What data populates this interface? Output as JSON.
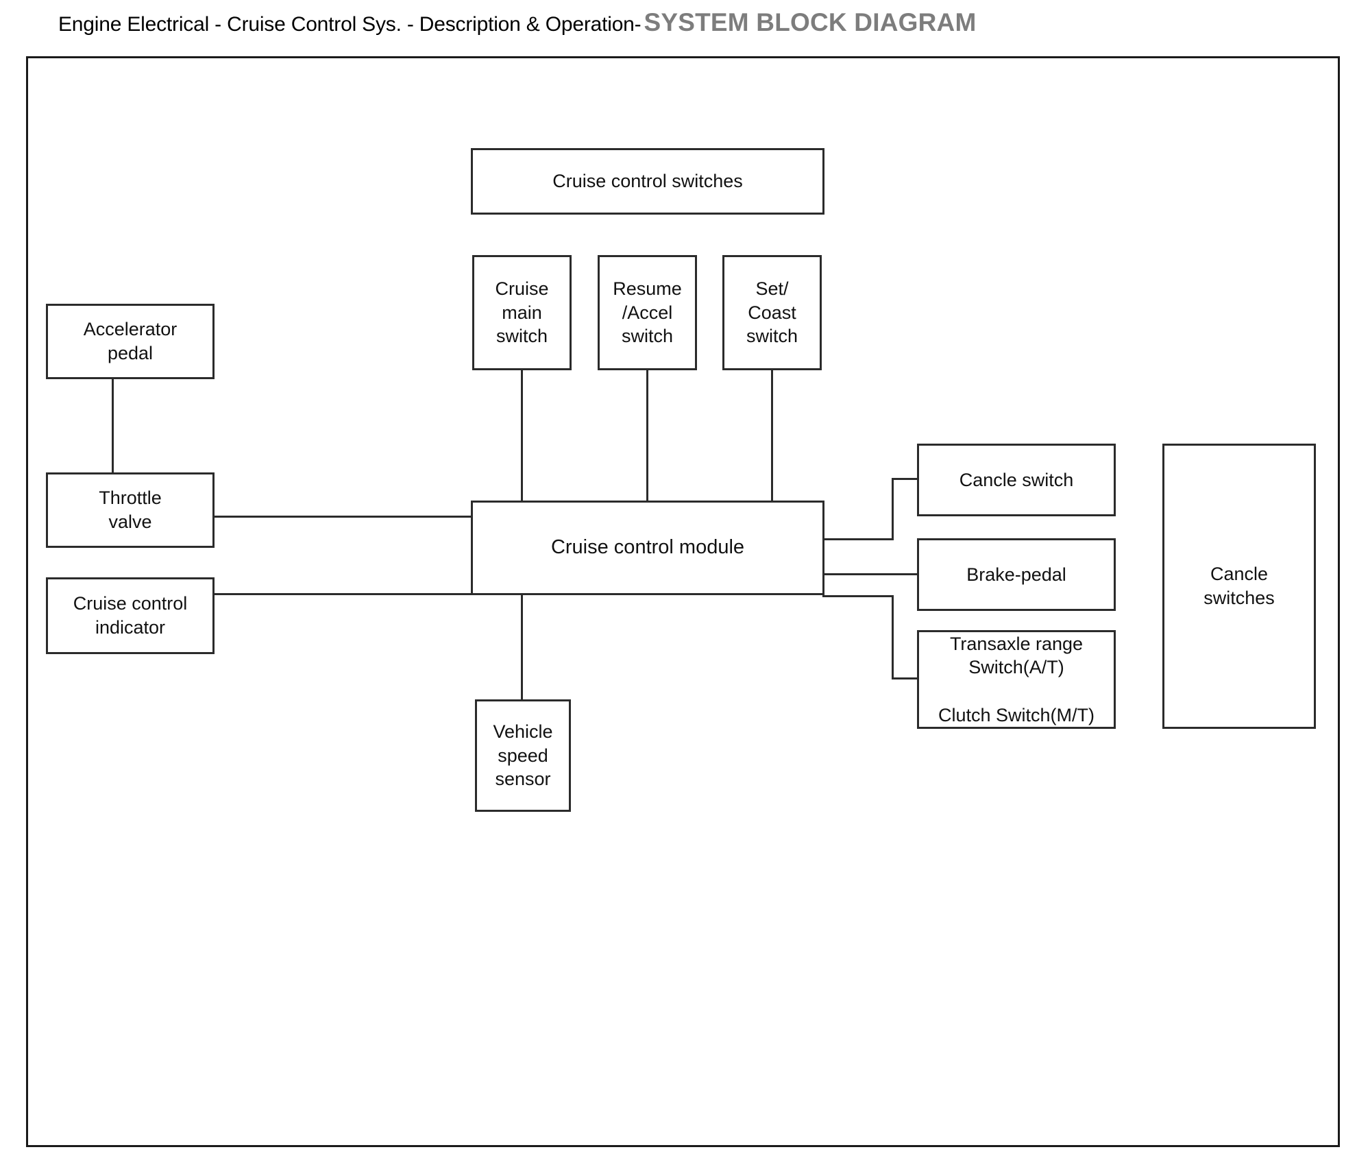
{
  "header": {
    "breadcrumb": "Engine Electrical - Cruise Control Sys. - Description & Operation-",
    "document_title": "SYSTEM BLOCK DIAGRAM",
    "breadcrumb_color": "#000000",
    "title_color": "#7d7d7d"
  },
  "diagram": {
    "frame_border_color": "#1a1a1a",
    "block_border_color": "#2b2b2b",
    "connector_color": "#2b2b2b",
    "background": "#ffffff",
    "blocks": {
      "cruise_control_switches": "Cruise control switches",
      "cruise_main_switch": "Cruise\nmain\nswitch",
      "resume_accel_switch": "Resume\n/Accel\nswitch",
      "set_coast_switch": "Set/\nCoast\nswitch",
      "accelerator_pedal": "Accelerator\npedal",
      "throttle_valve": "Throttle\nvalve",
      "cruise_control_indicator": "Cruise control\nindicator",
      "cruise_control_module": "Cruise control module",
      "cancle_switch": "Cancle switch",
      "brake_pedal": "Brake-pedal",
      "transaxle_range_switch": "Transaxle range\nSwitch(A/T)\n\nClutch Switch(M/T)",
      "cancle_switches": "Cancle\nswitches",
      "vehicle_speed_sensor": "Vehicle\nspeed\nsensor"
    }
  }
}
